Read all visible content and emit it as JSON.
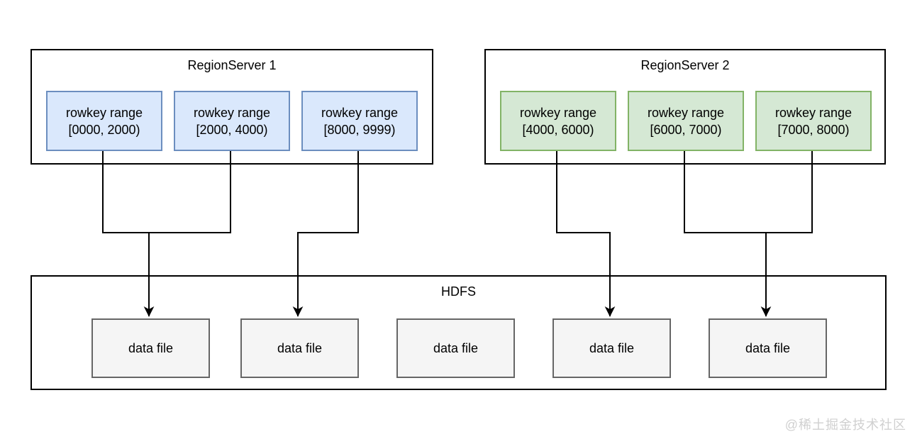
{
  "region_servers": [
    {
      "title": "RegionServer 1",
      "regions": [
        {
          "name": "rowkey range",
          "range": "[0000, 2000)"
        },
        {
          "name": "rowkey range",
          "range": "[2000, 4000)"
        },
        {
          "name": "rowkey range",
          "range": "[8000, 9999)"
        }
      ]
    },
    {
      "title": "RegionServer 2",
      "regions": [
        {
          "name": "rowkey range",
          "range": "[4000, 6000)"
        },
        {
          "name": "rowkey range",
          "range": "[6000, 7000)"
        },
        {
          "name": "rowkey range",
          "range": "[7000, 8000)"
        }
      ]
    }
  ],
  "hdfs": {
    "title": "HDFS",
    "data_files": [
      {
        "label": "data file"
      },
      {
        "label": "data file"
      },
      {
        "label": "data file"
      },
      {
        "label": "data file"
      },
      {
        "label": "data file"
      }
    ]
  },
  "edges": [
    {
      "from": [
        "RegionServer 1 rowkey range [0000, 2000)",
        "RegionServer 1 rowkey range [2000, 4000)"
      ],
      "to": "data file 1"
    },
    {
      "from": [
        "RegionServer 1 rowkey range [8000, 9999)"
      ],
      "to": "data file 2"
    },
    {
      "from": [
        "RegionServer 2 rowkey range [4000, 6000)"
      ],
      "to": "data file 4"
    },
    {
      "from": [
        "RegionServer 2 rowkey range [6000, 7000)",
        "RegionServer 2 rowkey range [7000, 8000)"
      ],
      "to": "data file 5"
    }
  ],
  "watermark": "@稀土掘金技术社区",
  "colors": {
    "region_blue_fill": "#dae8fc",
    "region_blue_border": "#6c8ebf",
    "region_green_fill": "#d5e8d4",
    "region_green_border": "#82b366",
    "datafile_fill": "#f5f5f5",
    "datafile_border": "#666666",
    "line": "#000000",
    "watermark": "#d0d0d0"
  }
}
